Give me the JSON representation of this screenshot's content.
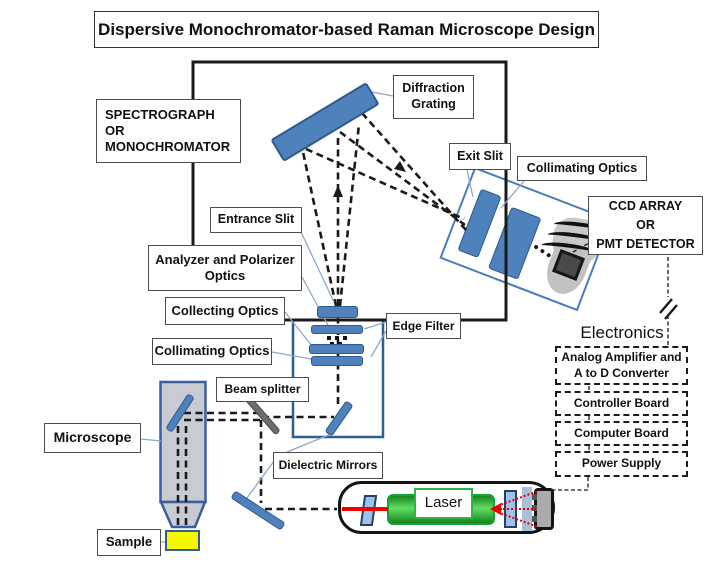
{
  "title": "Dispersive Monochromator-based Raman Microscope Design",
  "labels": {
    "spectrograph": "SPECTROGRAPH\nOR\nMONOCHROMATOR",
    "diffraction_grating": "Diffraction\nGrating",
    "entrance_slit": "Entrance Slit",
    "exit_slit": "Exit Slit",
    "collimating_optics_detector": "Collimating Optics",
    "ccd_detector": "CCD ARRAY\nOR\nPMT DETECTOR",
    "analyzer_polarizer": "Analyzer and Polarizer\nOptics",
    "collecting_optics": "Collecting Optics",
    "collimating_optics": "Collimating Optics",
    "edge_filter": "Edge Filter",
    "beam_splitter": "Beam splitter",
    "microscope": "Microscope",
    "dielectric_mirrors": "Dielectric Mirrors",
    "sample": "Sample",
    "laser": "Laser"
  },
  "electronics": {
    "heading": "Electronics",
    "boxes": [
      "Analog Amplifier and\nA to D Converter",
      "Controller Board",
      "Computer Board",
      "Power Supply"
    ]
  },
  "colors": {
    "optic_blue": "#4f81bd",
    "optic_blue_dark": "#2f5a8c",
    "enclosure_blue": "#2e5f94",
    "laser_green": "#2db83a",
    "beam_red": "#ff0000",
    "sample_yellow": "#f6f600",
    "splitter_gray": "#6d6d6d",
    "microscope_gray": "#c9cbd3",
    "line_black": "#1a1a1a"
  }
}
